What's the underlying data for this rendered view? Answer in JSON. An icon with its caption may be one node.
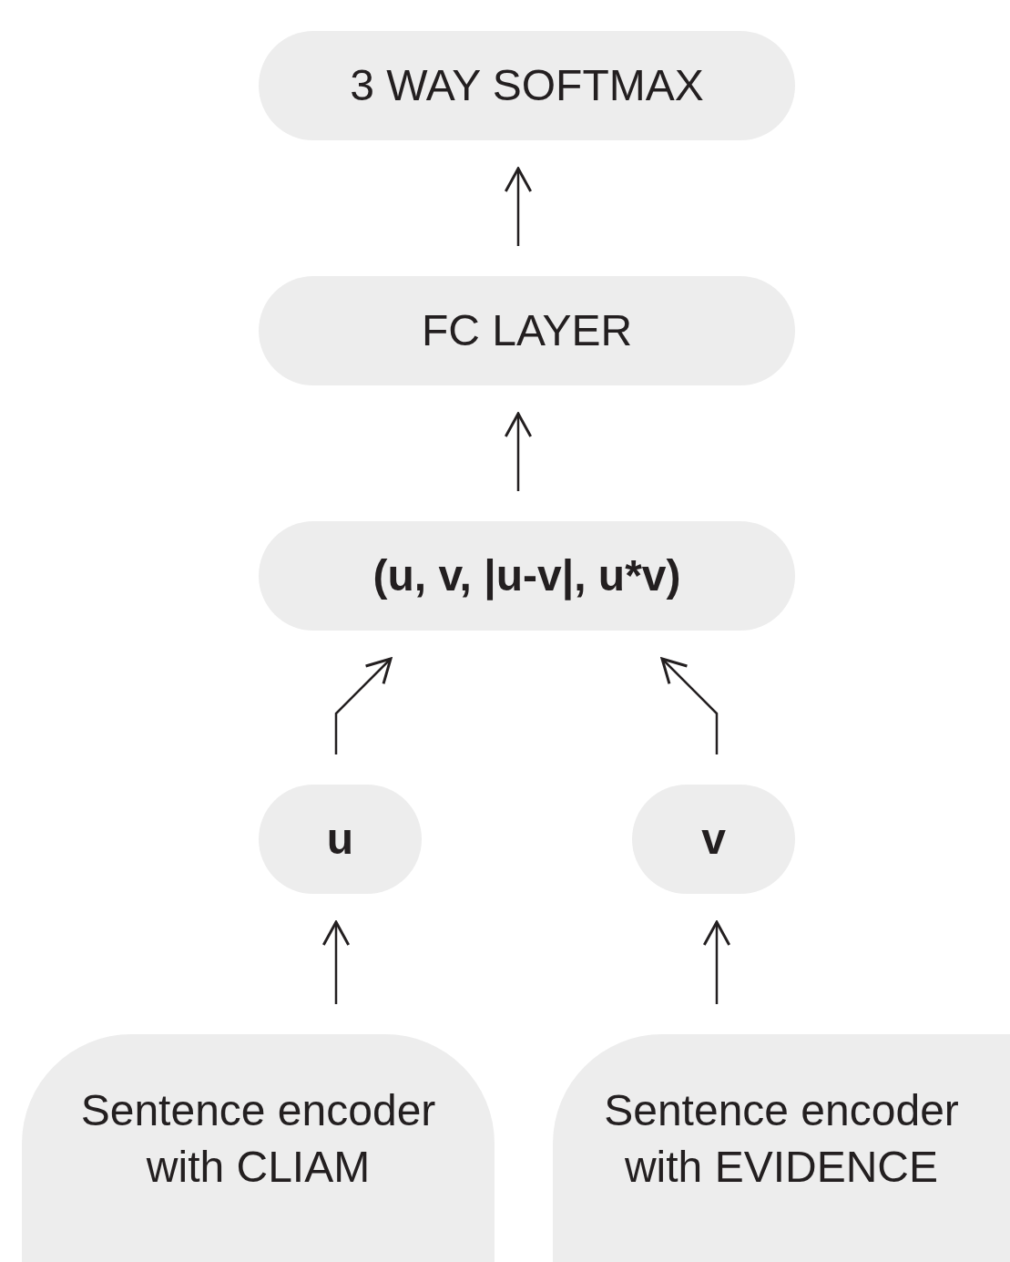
{
  "diagram": {
    "nodes": [
      {
        "text": [
          "3 WAY SOFTMAX"
        ]
      },
      {
        "text": [
          "FC LAYER"
        ]
      },
      {
        "text": [
          "(u, v, |u-v|, u*v)"
        ]
      },
      {
        "text": [
          "u"
        ]
      },
      {
        "text": [
          "v"
        ]
      },
      {
        "text": [
          "Sentence encoder with CLIAM"
        ]
      },
      {
        "text": [
          "Sentence encoder with EVIDENCE"
        ]
      }
    ],
    "edges": [
      {
        "from": 1,
        "to": 0,
        "arrow": "to"
      },
      {
        "from": 2,
        "to": 1,
        "arrow": "to"
      },
      {
        "from": 3,
        "to": 2,
        "arrow": "to"
      },
      {
        "from": 4,
        "to": 2,
        "arrow": "to"
      },
      {
        "from": 5,
        "to": 3,
        "arrow": "to"
      },
      {
        "from": 6,
        "to": 4,
        "arrow": "to"
      }
    ]
  }
}
